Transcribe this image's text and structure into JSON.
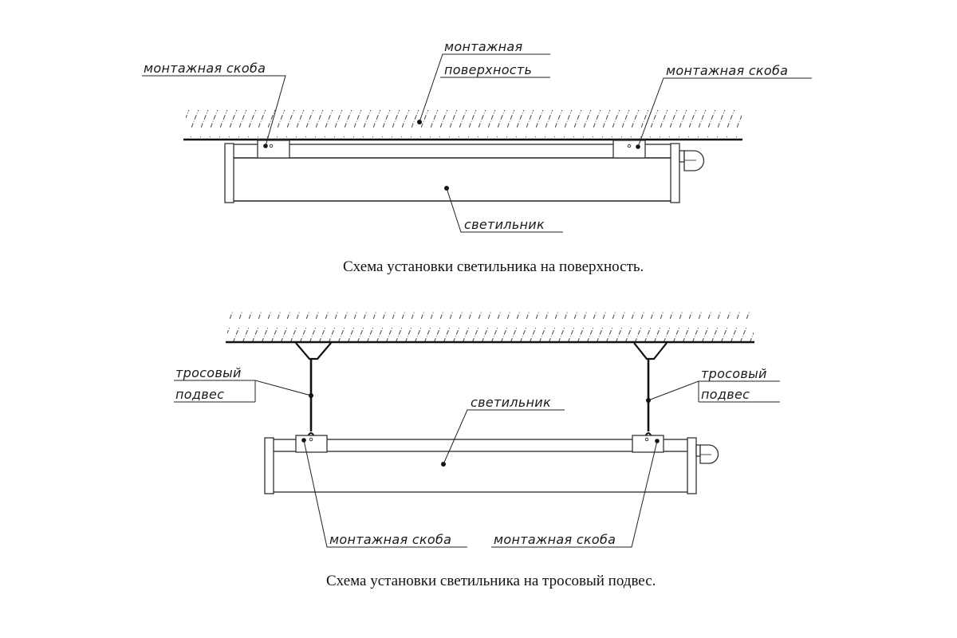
{
  "diagram_1": {
    "caption": "Схема установки светильника на поверхность.",
    "labels": {
      "bracket_left": "монтажная скоба",
      "surface_line1": "монтажная",
      "surface_line2": "поверхность",
      "bracket_right": "монтажная скоба",
      "luminaire": "светильник"
    }
  },
  "diagram_2": {
    "caption": "Схема установки светильника на тросовый подвес.",
    "labels": {
      "cable_left_line1": "тросовый",
      "cable_left_line2": "подвес",
      "cable_right_line1": "тросовый",
      "cable_right_line2": "подвес",
      "luminaire": "светильник",
      "bracket_left": "монтажная скоба",
      "bracket_right": "монтажная скоба"
    }
  }
}
